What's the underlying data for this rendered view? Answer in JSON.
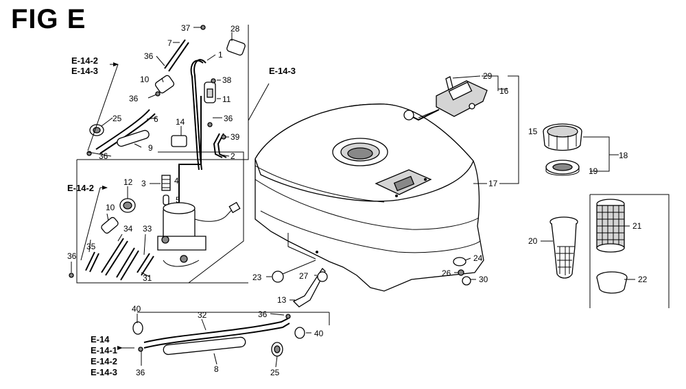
{
  "figure": {
    "title": "FIG E"
  },
  "refs": {
    "r1": "E-14-2",
    "r2": "E-14-3",
    "r3": "E-14-2",
    "r4": "E-14-3",
    "r5": "E-14",
    "r6": "E-14-1",
    "r7": "E-14-2",
    "r8": "E-14-3"
  },
  "callouts": {
    "c37": "37",
    "c28": "28",
    "c7": "7",
    "c1": "1",
    "c36a": "36",
    "c10a": "10",
    "c38": "38",
    "c36b": "36",
    "c11": "11",
    "c25a": "25",
    "c6": "6",
    "c36c": "36",
    "c14": "14",
    "c39": "39",
    "c9": "9",
    "c36d": "36",
    "c2": "2",
    "c3": "3",
    "c4": "4",
    "c5": "5",
    "c12": "12",
    "c10b": "10",
    "c34": "34",
    "c33": "33",
    "c35": "35",
    "c36e": "36",
    "c31": "31",
    "c29": "29",
    "c16": "16",
    "c15": "15",
    "c18": "18",
    "c19": "19",
    "c17": "17",
    "c21": "21",
    "c20": "20",
    "c22": "22",
    "c24": "24",
    "c26": "26",
    "c30": "30",
    "c23": "23",
    "c27": "27",
    "c13": "13",
    "c36f": "36",
    "c40a": "40",
    "c32": "32",
    "c40b": "40",
    "c36g": "36",
    "c8": "8",
    "c25b": "25"
  },
  "icons": [
    "arrow-left-icon"
  ]
}
